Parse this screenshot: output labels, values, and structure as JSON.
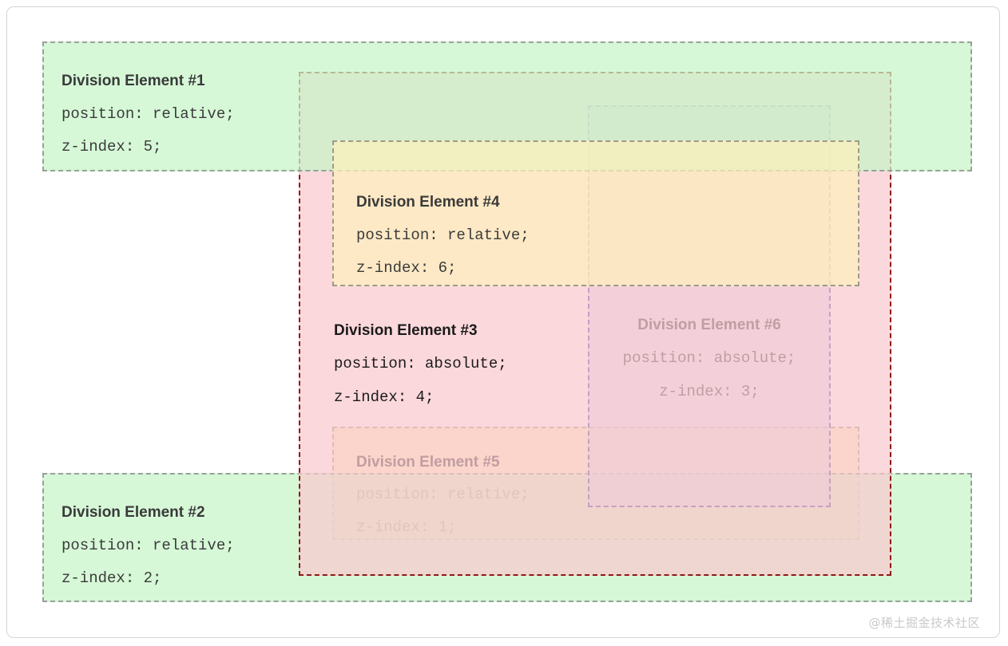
{
  "diagram": {
    "title_suffix": "",
    "boxes": [
      {
        "id": "division-element-1",
        "title": "Division Element #1",
        "position_line": "position: relative;",
        "zindex_line": "z-index: 5;",
        "position_value": "relative",
        "z_index": 5,
        "fill_color": "#c6f5c7",
        "border_color": "#9aa09a"
      },
      {
        "id": "division-element-2",
        "title": "Division Element #2",
        "position_line": "position: relative;",
        "zindex_line": "z-index: 2;",
        "position_value": "relative",
        "z_index": 2,
        "fill_color": "#c6f5c7",
        "border_color": "#9aa09a"
      },
      {
        "id": "division-element-3",
        "title": "Division Element #3",
        "position_line": "position: absolute;",
        "zindex_line": "z-index: 4;",
        "position_value": "absolute",
        "z_index": 4,
        "fill_color": "#facdd2",
        "border_color": "#8f1a16"
      },
      {
        "id": "division-element-4",
        "title": "Division Element #4",
        "position_line": "position: relative;",
        "zindex_line": "z-index: 6;",
        "position_value": "relative",
        "z_index": 6,
        "fill_color": "#fdf1ba",
        "border_color": "#9e9a8a"
      },
      {
        "id": "division-element-5",
        "title": "Division Element #5",
        "position_line": "position: relative;",
        "zindex_line": "z-index: 1;",
        "position_value": "relative",
        "z_index": 1,
        "fill_color": "#fdf1ba",
        "border_color": "#9e9a8a"
      },
      {
        "id": "division-element-6",
        "title": "Division Element #6",
        "position_line": "position: absolute;",
        "zindex_line": "z-index: 3;",
        "position_value": "absolute",
        "z_index": 3,
        "fill_color": "#d5d2f0",
        "border_color": "#4747a8"
      }
    ]
  },
  "watermark": {
    "text": "@稀土掘金技术社区"
  }
}
